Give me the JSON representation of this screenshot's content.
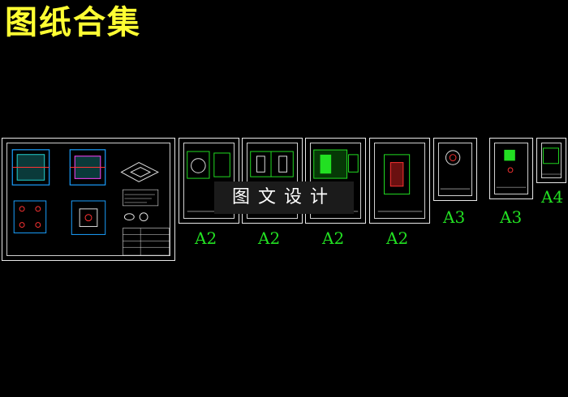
{
  "page": {
    "title": "图纸合集",
    "watermark": "图文设计"
  },
  "colors": {
    "background": "#000000",
    "title": "#ffff33",
    "size_label": "#22e022",
    "sheet_border": "#e8e8e8"
  },
  "sheets": [
    {
      "id": "assembly",
      "size": ""
    },
    {
      "id": "sheet-2",
      "size": "A2"
    },
    {
      "id": "sheet-3",
      "size": "A2"
    },
    {
      "id": "sheet-4",
      "size": "A2"
    },
    {
      "id": "sheet-5",
      "size": "A2"
    },
    {
      "id": "sheet-6",
      "size": "A3"
    },
    {
      "id": "sheet-7",
      "size": "A3"
    },
    {
      "id": "sheet-8",
      "size": "A4"
    }
  ]
}
